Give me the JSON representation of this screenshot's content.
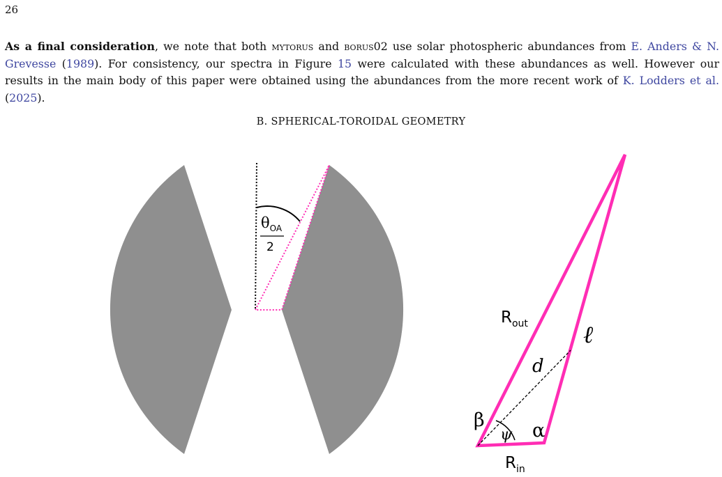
{
  "page": {
    "number": "26"
  },
  "paragraph": {
    "lead": "As a final consideration",
    "t1": ", we note that both ",
    "model1": "mytorus",
    "t2": " and ",
    "model2": "borus",
    "model2_suffix": "02",
    "t3": " use solar photospheric abundances from ",
    "cite1_authors": "E. Anders & N. Grevesse",
    "cite1_open": " (",
    "cite1_year": "1989",
    "cite1_close": "). For consistency, our spectra in Figure ",
    "figure_ref": "15",
    "t4": " were calculated with these abundances as well. However our results in the main body of this paper were obtained using the abundances from the more recent work of ",
    "cite2_authors": "K. Lodders et al.",
    "cite2_open": " (",
    "cite2_year": "2025",
    "cite2_close": ")."
  },
  "section": {
    "heading": "B. SPHERICAL-TOROIDAL GEOMETRY"
  },
  "figure": {
    "colors": {
      "torus": "#8f8f8f",
      "highlight": "#ff2db4",
      "line": "#000000"
    },
    "left_panel": {
      "angle_label": "θ",
      "angle_sub": "OA",
      "angle_denominator": "2"
    },
    "right_panel": {
      "r_out": "R",
      "r_out_sub": "out",
      "r_in": "R",
      "r_in_sub": "in",
      "ell": "ℓ",
      "d": "d",
      "beta": "β",
      "psi": "ψ",
      "alpha": "α"
    }
  }
}
